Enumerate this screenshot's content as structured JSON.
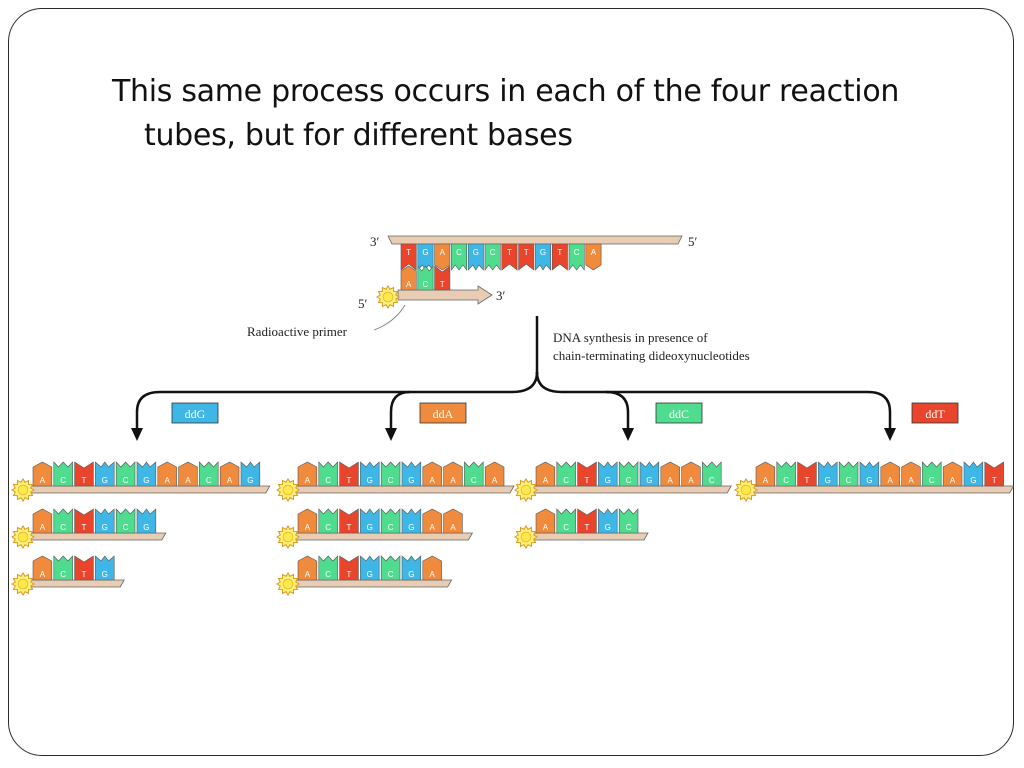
{
  "slide": {
    "text_line1": "This same process occurs in each of the four reaction",
    "text_line2": "tubes, but for different bases"
  },
  "diagram": {
    "template": {
      "strand_label_3": "3′",
      "strand_label_5": "5′",
      "bases": [
        "T",
        "G",
        "A",
        "C",
        "G",
        "C",
        "T",
        "T",
        "G",
        "T",
        "C",
        "A"
      ]
    },
    "primer": {
      "label_5": "5′",
      "label_3": "3′",
      "bases": [
        "A",
        "C",
        "T"
      ],
      "caption": "Radioactive primer"
    },
    "synthesis_caption_line1": "DNA synthesis in presence of",
    "synthesis_caption_line2": "chain-terminating dideoxynucleotides",
    "tubes": [
      {
        "label": "ddG",
        "color": "#3fb7e6",
        "fragments": [
          "ACTGCGAACAG",
          "ACTGCG",
          "ACTG"
        ]
      },
      {
        "label": "ddA",
        "color": "#f08a3c",
        "fragments": [
          "ACTGCGAACA",
          "ACTGCGAA",
          "ACTGCGA"
        ]
      },
      {
        "label": "ddC",
        "color": "#4fdc8e",
        "fragments": [
          "ACTGCGAAC",
          "ACTGC"
        ]
      },
      {
        "label": "ddT",
        "color": "#e8452c",
        "fragments": [
          "ACTGCGAACAGT"
        ]
      }
    ],
    "base_colors": {
      "A": "#f08a3c",
      "C": "#4fdc8e",
      "G": "#3fb7e6",
      "T": "#e8452c"
    },
    "backbone_color": "#e8cdb4"
  }
}
